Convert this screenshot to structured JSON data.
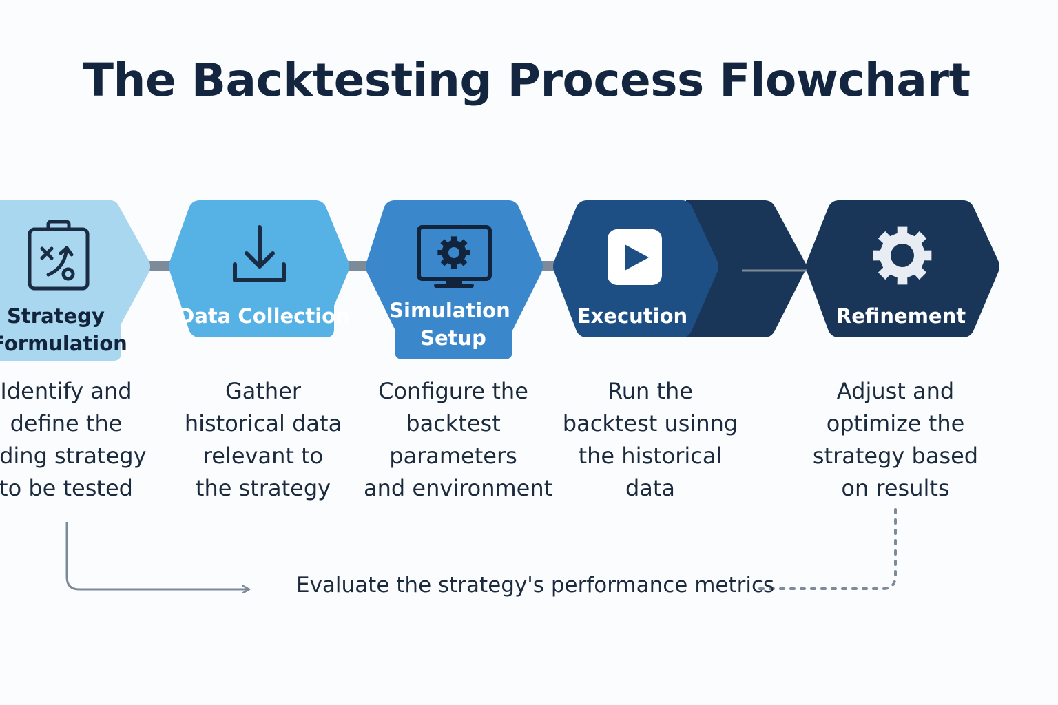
{
  "title": "The Backtesting Process Flowchart",
  "colors": {
    "step1": "#a9d7ef",
    "step2": "#56b1e5",
    "step3": "#3b87cc",
    "step4": "#1d4f85",
    "step5": "#193659",
    "connector": "#7c8a99",
    "title": "#14263f"
  },
  "steps": [
    {
      "label_lines": [
        "Strategy",
        "Formulation"
      ],
      "icon": "strategy-clipboard-icon",
      "description": [
        "Identify and",
        "define the",
        "ading strategy",
        "to be tested"
      ]
    },
    {
      "label_lines": [
        "Data Collection"
      ],
      "icon": "download-icon",
      "description": [
        "Gather",
        "historical data",
        "relevant to",
        "the strategy"
      ]
    },
    {
      "label_lines": [
        "Simulation",
        "Setup"
      ],
      "icon": "monitor-gear-icon",
      "description": [
        "Configure the",
        "backtest",
        "parameters",
        "and environment"
      ]
    },
    {
      "label_lines": [
        "Execution"
      ],
      "icon": "play-icon",
      "description": [
        "Run the",
        "backtest usinng",
        "the historical",
        "data"
      ]
    },
    {
      "label_lines": [
        "Refinement"
      ],
      "icon": "gear-icon",
      "description": [
        "Adjust and",
        "optimize the",
        "strategy based",
        "on results"
      ]
    }
  ],
  "evaluate_text": "Evaluate the strategy's performance metrics"
}
